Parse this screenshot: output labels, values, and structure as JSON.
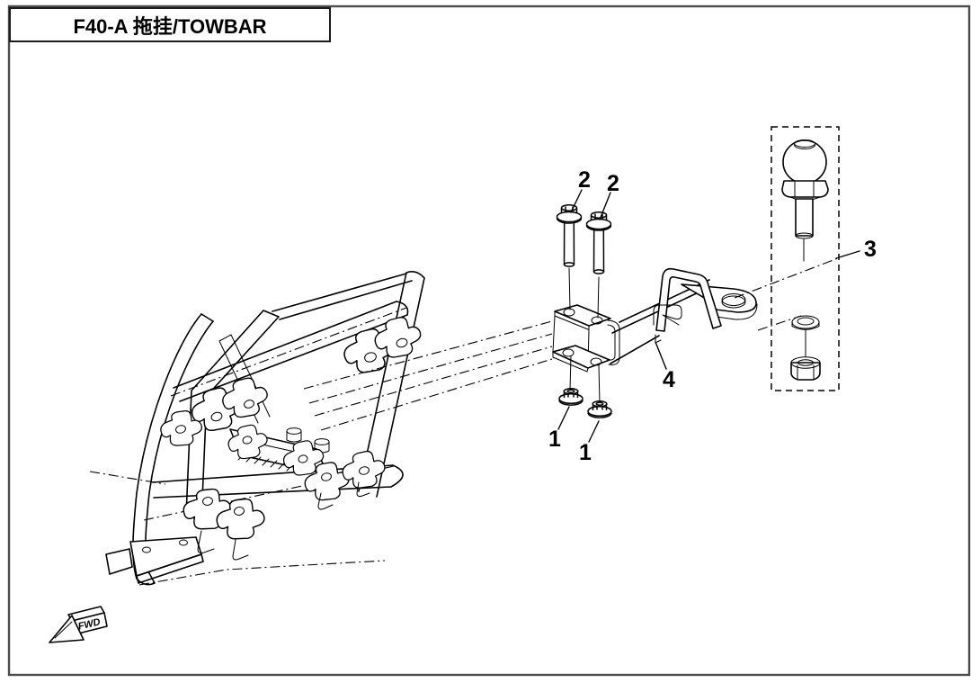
{
  "header": {
    "title": "F40-A 拖挂/TOWBAR"
  },
  "canvas": {
    "background": "#ffffff",
    "line_color": "#000000",
    "border_color": "#4c4c4c"
  },
  "diagram": {
    "callouts": [
      {
        "label": "1"
      },
      {
        "label": "1"
      },
      {
        "label": "2"
      },
      {
        "label": "2"
      },
      {
        "label": "3"
      },
      {
        "label": "4"
      }
    ],
    "direction_arrow": {
      "label": "FWD"
    }
  }
}
